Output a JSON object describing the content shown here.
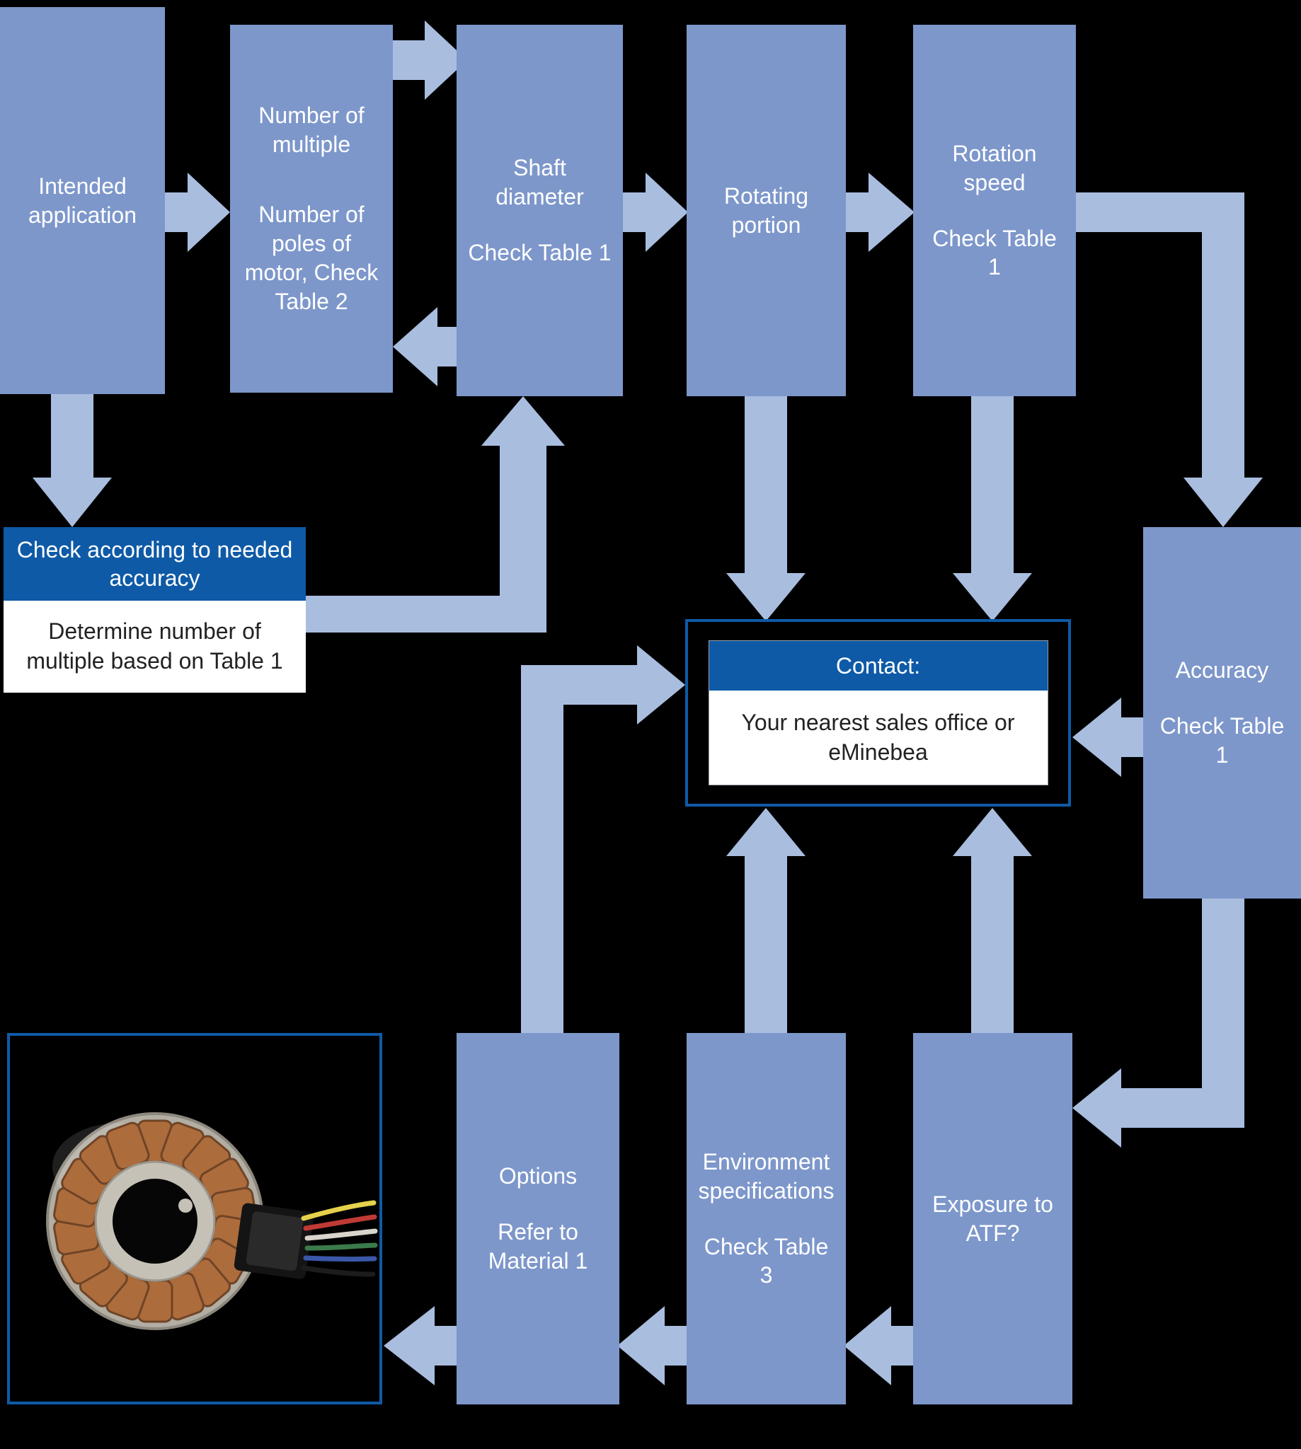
{
  "colors": {
    "node_fill": "#7d97cb",
    "arrow_fill": "#a9bddf",
    "header_blue": "#0e5aa7",
    "background": "#000000"
  },
  "nodes": {
    "intended": {
      "label": "Intended application"
    },
    "multiple": {
      "line1": "Number of multiple",
      "line2": "Number of poles of motor, Check Table 2"
    },
    "shaft": {
      "line1": "Shaft diameter",
      "line2": "Check Table 1"
    },
    "rotating": {
      "label": "Rotating portion"
    },
    "speed": {
      "line1": "Rotation speed",
      "line2": "Check Table 1"
    },
    "accuracy": {
      "line1": "Accuracy",
      "line2": "Check Table 1"
    },
    "check_accuracy": {
      "header": "Check according to needed accuracy",
      "body": "Determine number of multiple based on Table 1"
    },
    "contact": {
      "header": "Contact:",
      "body": "Your nearest sales office or eMinebea"
    },
    "options": {
      "line1": "Options",
      "line2": "Refer to Material 1"
    },
    "environment": {
      "line1": "Environment specifications",
      "line2": "Check Table 3"
    },
    "exposure": {
      "label": "Exposure to ATF?"
    }
  }
}
